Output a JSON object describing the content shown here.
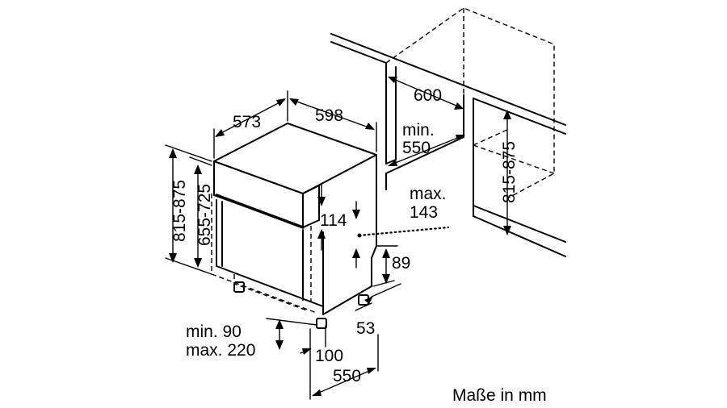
{
  "labels": {
    "width_598": "598",
    "depth_573": "573",
    "niche_600": "600",
    "min_550_a": "min.",
    "min_550_b": "550",
    "height_815_875": "815-875",
    "height_655_725": "655-725",
    "height_815_875_niche": "815-875",
    "max_143_a": "max.",
    "max_143_b": "143",
    "dim_114": "114",
    "dim_89": "89",
    "dim_53": "53",
    "min_90": "min. 90",
    "max_220": "max. 220",
    "dim_100": "100",
    "dim_550": "550",
    "units": "Maße in mm"
  }
}
